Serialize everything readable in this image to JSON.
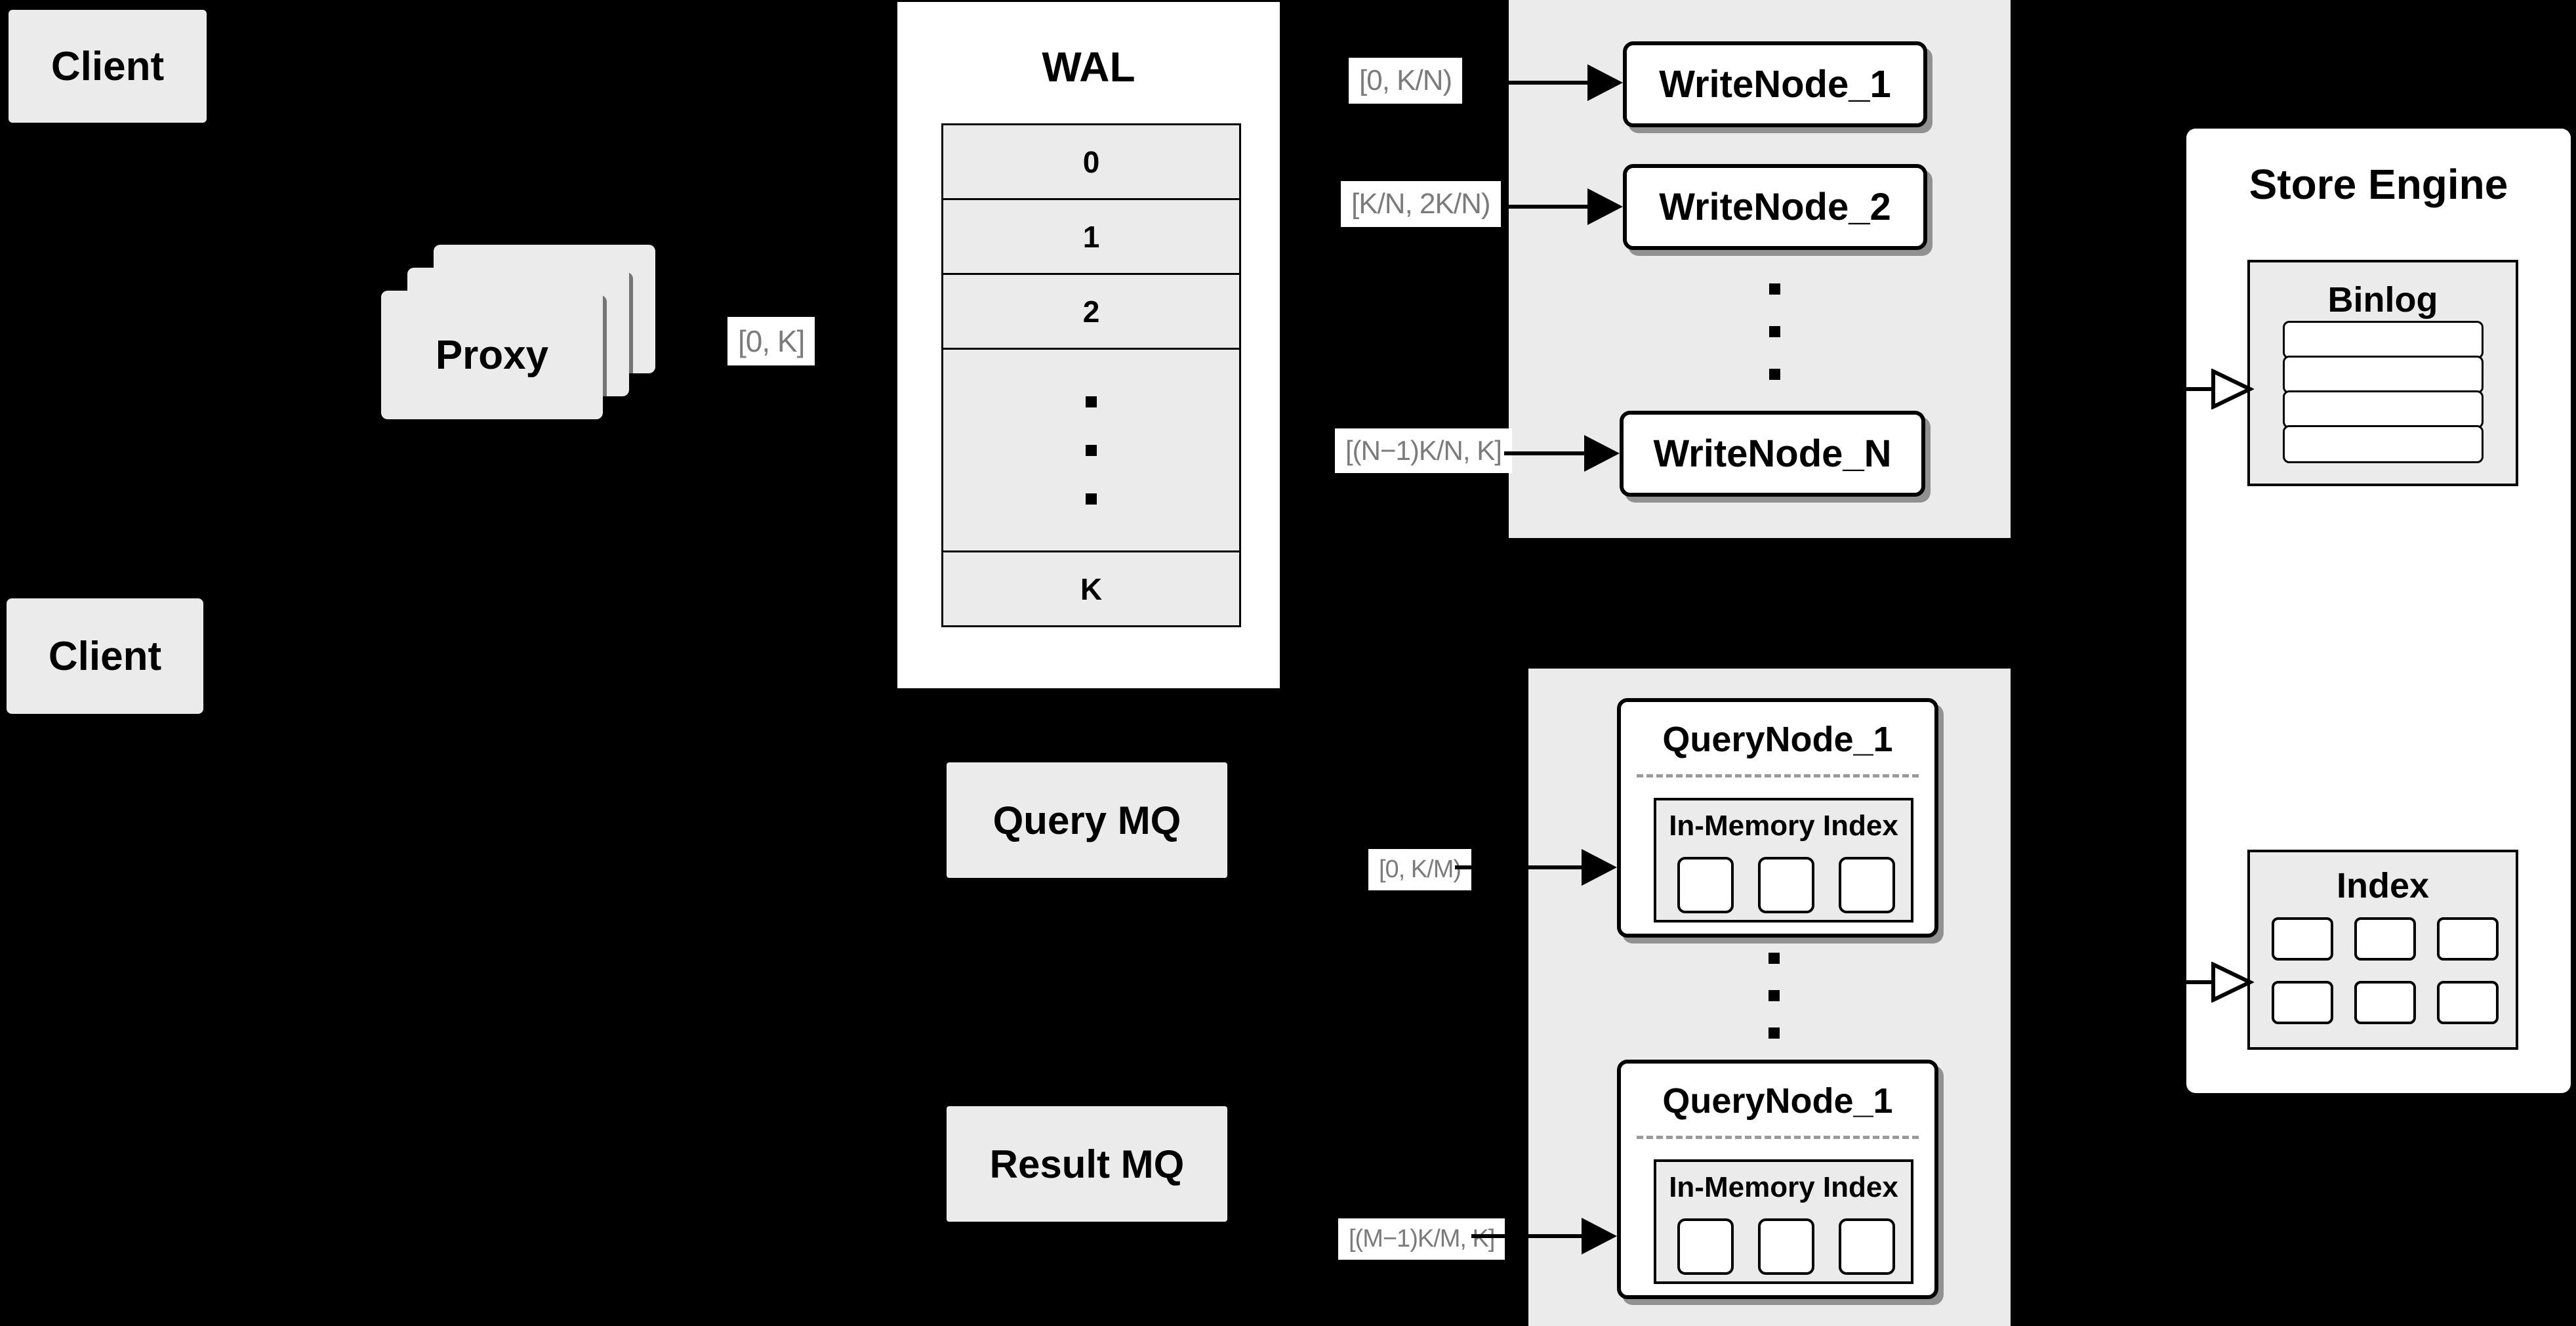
{
  "colors": {
    "background": "#000000",
    "box_fill": "#ebebeb",
    "node_fill": "#ffffff",
    "border": "#000000",
    "label_text": "#7b7b7b",
    "dashed_divider": "#9a9a9a"
  },
  "clients": {
    "top": "Client",
    "bottom": "Client"
  },
  "proxy": {
    "label": "Proxy"
  },
  "wal": {
    "title": "WAL",
    "rows": [
      "0",
      "1",
      "2",
      "K"
    ],
    "ellipsis": "···"
  },
  "edge_labels": {
    "proxy_to_wal": "[0, K]",
    "wal_to_wn1": "[0, K/N)",
    "wal_to_wn2": "[K/N, 2K/N)",
    "wal_to_wnN": "[(N−1)K/N, K]",
    "mq_to_qn1": "[0, K/M)",
    "mq_to_qn2": "[(M−1)K/M, K]"
  },
  "write_group": {
    "nodes": [
      "WriteNode_1",
      "WriteNode_2",
      "WriteNode_N"
    ],
    "ellipsis": "···"
  },
  "store_engine": {
    "title": "Store Engine",
    "binlog_title": "Binlog",
    "index_title": "Index"
  },
  "mq": {
    "query": "Query MQ",
    "result": "Result MQ"
  },
  "query_group": {
    "nodes": [
      {
        "title": "QueryNode_1",
        "inner_title": "In-Memory Index"
      },
      {
        "title": "QueryNode_1",
        "inner_title": "In-Memory Index"
      }
    ],
    "ellipsis": "···"
  }
}
